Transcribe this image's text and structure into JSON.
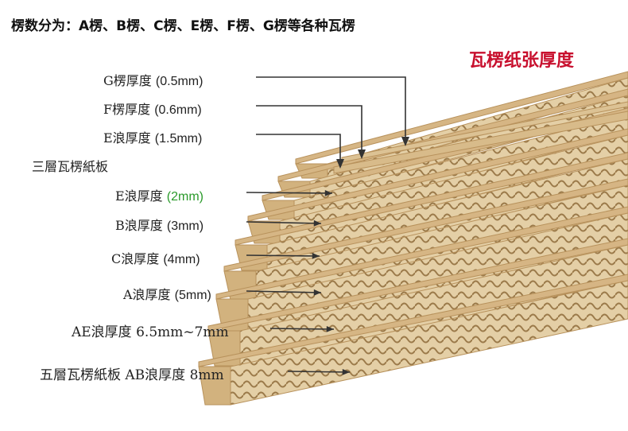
{
  "header": {
    "flute_types": "楞数分为：A楞、B楞、C楞、E楞、F楞、G楞等各种瓦楞",
    "title": "瓦楞纸张厚度"
  },
  "single_wall": [
    {
      "name": "G楞厚度",
      "value": "(0.5mm)"
    },
    {
      "name": "F楞厚度",
      "value": "(0.6mm)"
    },
    {
      "name": "E浪厚度",
      "value": "(1.5mm)"
    }
  ],
  "three_ply": {
    "heading": "三層瓦楞紙板",
    "items": [
      {
        "name": "E浪厚度",
        "value": "(2mm)"
      },
      {
        "name": "B浪厚度",
        "value": "(3mm)"
      },
      {
        "name": "C浪厚度",
        "value": "(4mm)"
      },
      {
        "name": "A浪厚度",
        "value": "(5mm)"
      }
    ]
  },
  "ae": {
    "name": "AE浪厚度",
    "value": "6.5mm~7mm"
  },
  "five_ply": {
    "heading": "五層瓦楞紙板",
    "name": "AB浪厚度",
    "value": "8mm"
  },
  "colors": {
    "title": "#c8102e",
    "highlight": "#2a9a2a",
    "kraft": "#d7b98a",
    "arrow": "#333333"
  }
}
